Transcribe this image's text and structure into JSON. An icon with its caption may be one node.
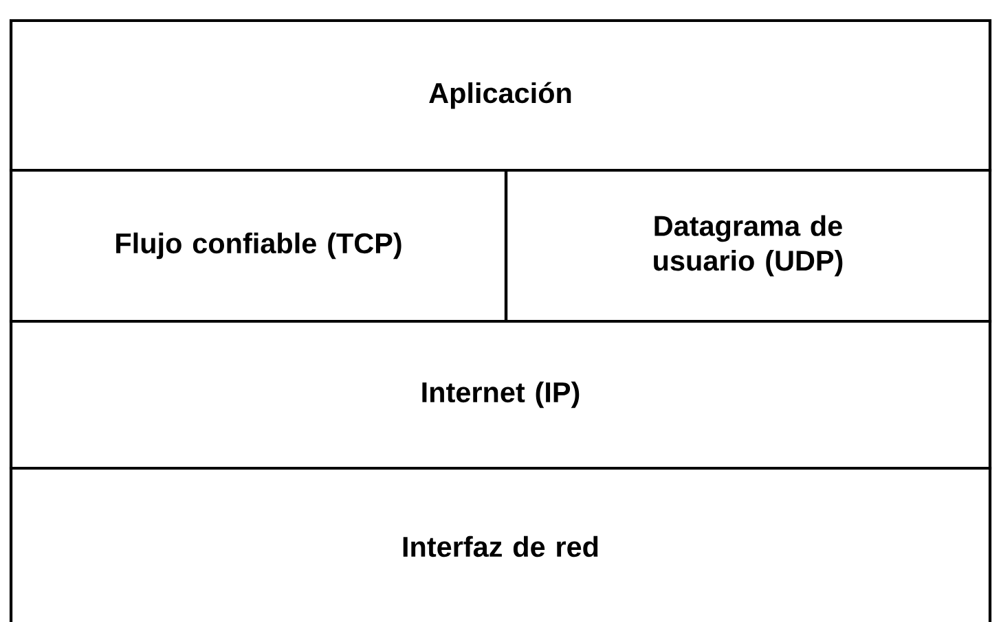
{
  "diagram": {
    "nodes": [
      {
        "text": [
          "Aplicación"
        ]
      },
      {
        "text": [
          "Flujo confiable (TCP)"
        ]
      },
      {
        "text": [
          "Datagrama de usuario (UDP)"
        ]
      },
      {
        "text": [
          "Internet (IP)"
        ]
      },
      {
        "text": [
          "Interfaz de red"
        ]
      }
    ]
  }
}
